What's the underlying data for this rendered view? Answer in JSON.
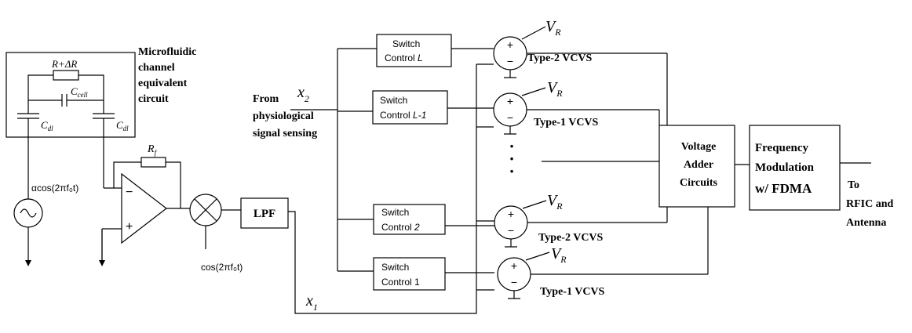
{
  "microfluidic": {
    "l1": "Microfluidic",
    "l2": "channel",
    "l3": "equivalent",
    "l4": "circuit"
  },
  "components": {
    "r_delta": "R+ΔR",
    "c_cell_main": "C",
    "c_cell_sub": "cell",
    "c_dl_main": "C",
    "c_dl_sub": "dl",
    "r_f_main": "R",
    "r_f_sub": "f",
    "source_label": "αcos(2πf₀t)",
    "mixer_label": "cos(2πf₀t)"
  },
  "blocks": {
    "lpf": "LPF",
    "adder": {
      "l1": "Voltage",
      "l2": "Adder",
      "l3": "Circuits"
    },
    "fm": {
      "l1": "Frequency",
      "l2": "Modulation",
      "l3": "w/ FDMA"
    }
  },
  "signals": {
    "x2_main": "x",
    "x2_sub": "2",
    "x1_main": "x",
    "x1_sub": "1",
    "from": {
      "l1": "From",
      "l2": "physiological",
      "l3": "signal sensing"
    },
    "to": {
      "l1": "To",
      "l2": "RFIC and",
      "l3": "Antenna"
    },
    "vr_main": "V",
    "vr_sub": "R",
    "plus": "+",
    "minus": "−"
  },
  "switches": [
    {
      "l1": "Switch",
      "l2": "Control ",
      "idx": "L"
    },
    {
      "l1": "Switch",
      "l2": "Control ",
      "idx": "L-1"
    },
    {
      "l1": "Switch",
      "l2": "Control ",
      "idx": "2"
    },
    {
      "l1": "Switch",
      "l2": "Control 1",
      "idx": ""
    }
  ],
  "vcvs": [
    "Type-2 VCVS",
    "Type-1 VCVS",
    "Type-2 VCVS",
    "Type-1 VCVS"
  ],
  "ellipsis": "·"
}
